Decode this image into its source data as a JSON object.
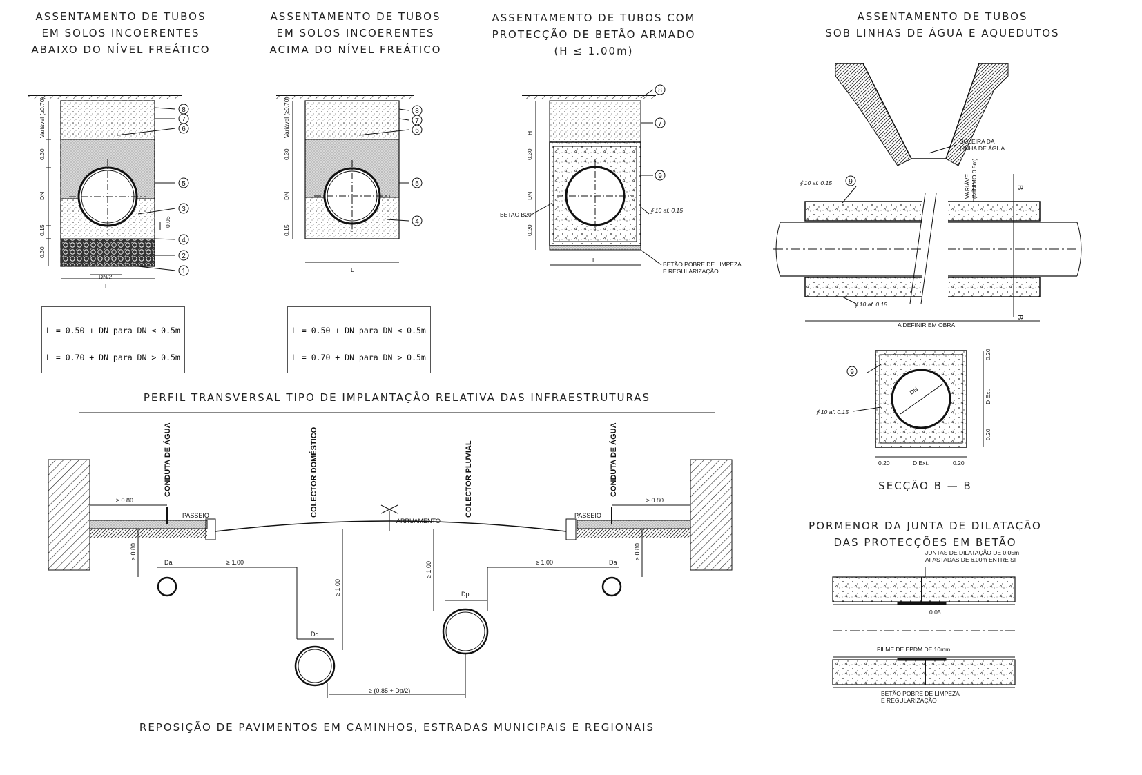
{
  "titles": {
    "t1": [
      "ASSENTAMENTO DE TUBOS",
      "EM SOLOS INCOERENTES",
      "ABAIXO DO NÍVEL FREÁTICO"
    ],
    "t2": [
      "ASSENTAMENTO DE TUBOS",
      "EM SOLOS INCOERENTES",
      "ACIMA DO NÍVEL FREÁTICO"
    ],
    "t3": [
      "ASSENTAMENTO DE TUBOS COM",
      "PROTECÇÃO DE BETÃO ARMADO",
      "(H ≤ 1.00m)"
    ],
    "t4": [
      "ASSENTAMENTO DE TUBOS",
      "SOB LINHAS DE ÁGUA E AQUEDUTOS"
    ],
    "profile": "PERFIL TRANSVERSAL TIPO DE IMPLANTAÇÃO RELATIVA DAS INFRAESTRUTURAS",
    "section_bb": "SECÇÃO B — B",
    "joint": [
      "PORMENOR DA JUNTA DE DILATAÇÃO",
      "DAS PROTECÇÕES EM BETÃO"
    ],
    "bottom": "REPOSIÇÃO DE PAVIMENTOS EM CAMINHOS, ESTRADAS MUNICIPAIS E REGIONAIS"
  },
  "formulas": [
    "L = 0.50 + DN para DN ≤ 0.5m",
    "L = 0.70 + DN para DN > 0.5m"
  ],
  "labels": {
    "variavel": "Variável (≥0.70)",
    "d030": "0.30",
    "dn": "DN",
    "d015": "0.15",
    "d005": "0.05",
    "dn2": "DN/2",
    "L": "L",
    "H": "H",
    "d020": "0.20",
    "betao_b20": "BETAO B20",
    "ferro": "∮ 10 af. 0.15",
    "betao_pobre": "BETÃO POBRE DE LIMPEZA",
    "regularizacao": "E REGULARIZAÇÃO",
    "soleira": "SOLEIRA DA",
    "linha_agua": "LINHA DE ÁGUA",
    "variavel_min": "VARIÁVEL",
    "minimo": "(MÍNIMO 0.5m)",
    "a_definir": "A DEFINIR EM OBRA",
    "b": "B",
    "d_ext": "D Ext.",
    "conduta_agua": "CONDUTA DE ÁGUA",
    "colector_domestico": "COLECTOR DOMÉSTICO",
    "colector_pluvial": "COLECTOR PLUVIAL",
    "passeio": "PASSEIO",
    "arruamento": "ARRUAMENTO",
    "ge080": "≥ 0.80",
    "ge100": "≥ 1.00",
    "da": "Da",
    "dd": "Dd",
    "dp": "Dp",
    "ge085": "≥ (0.85 + Dp/2)",
    "juntas1": "JUNTAS DE DILATAÇÃO DE 0.05m",
    "juntas2": "AFASTADAS DE 6.00m ENTRE SI",
    "filme": "FILME DE EPDM DE 10mm",
    "n1": "1",
    "n2": "2",
    "n3": "3",
    "n4": "4",
    "n5": "5",
    "n6": "6",
    "n7": "7",
    "n8": "8",
    "n9": "9"
  }
}
